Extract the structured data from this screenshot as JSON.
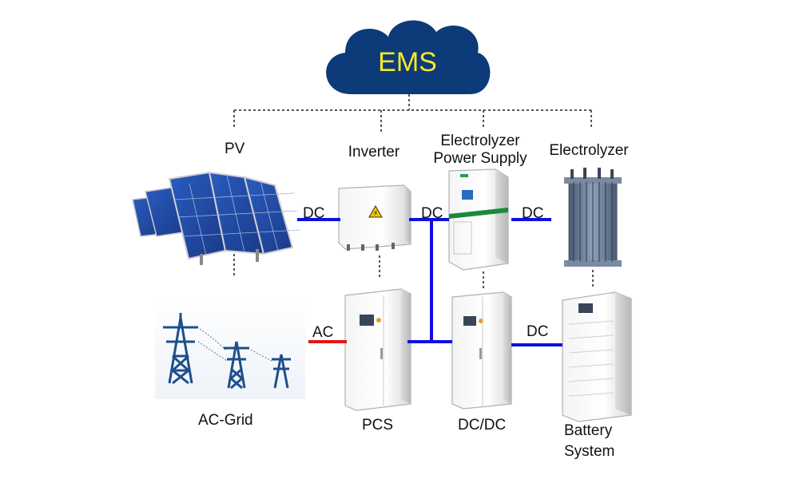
{
  "ems": {
    "label": "EMS"
  },
  "components": {
    "pv": "PV",
    "inverter": "Inverter",
    "electrolyzer_power_supply": [
      "Electrolyzer",
      "Power Supply"
    ],
    "electrolyzer": "Electrolyzer",
    "ac_grid": "AC-Grid",
    "pcs": "PCS",
    "dcdc": "DC/DC",
    "battery_system": [
      "Battery",
      "System"
    ]
  },
  "links": {
    "pv_inverter": "DC",
    "inverter_eps": "DC",
    "eps_electrolyzer": "DC",
    "grid_pcs": "AC",
    "dcdc_battery": "DC"
  },
  "colors": {
    "ems_cloud": "#0d3a78",
    "ems_text": "#f5e82a",
    "dc_line": "#1010e0",
    "ac_line": "#e01818",
    "control_line": "#555555",
    "tower": "#1d4f8c"
  }
}
